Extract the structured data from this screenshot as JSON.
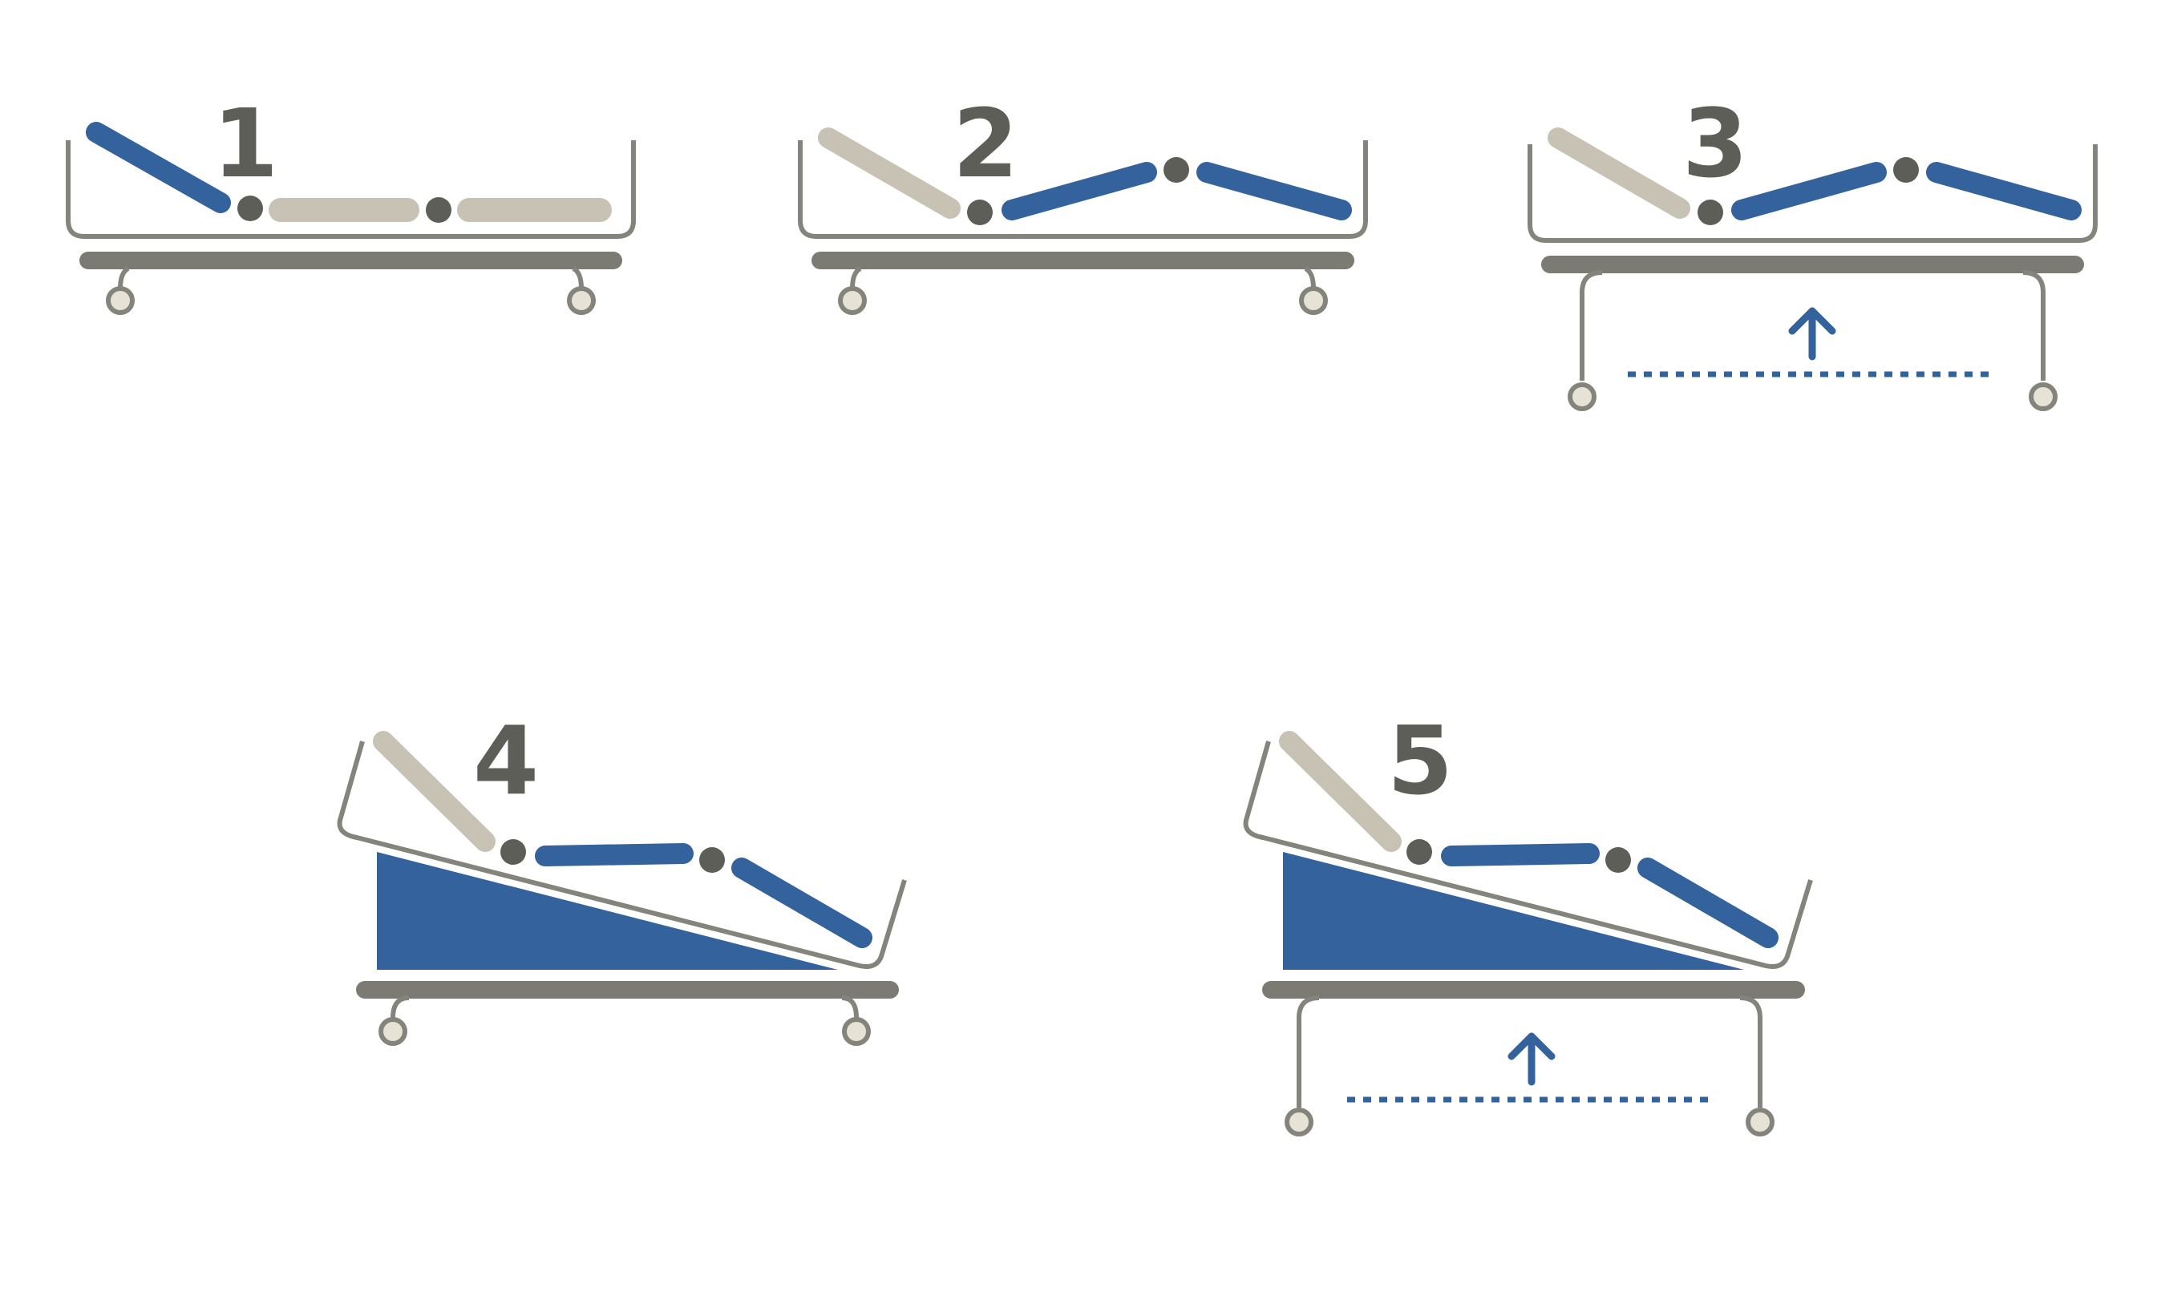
{
  "colors": {
    "frame": "#85847c",
    "frame_dark": "#7c7b73",
    "pivot": "#5e5e58",
    "active": "#33629c",
    "inactive": "#c8c2b4",
    "wheel_fill": "#e6e2d6",
    "number": "#5e5e58"
  },
  "beds": [
    {
      "label": "1",
      "active_segments": [
        "head"
      ],
      "elevated": false,
      "tilted": false,
      "lift_arrow": false
    },
    {
      "label": "2",
      "active_segments": [
        "thigh",
        "leg"
      ],
      "elevated": false,
      "tilted": false,
      "lift_arrow": false
    },
    {
      "label": "3",
      "active_segments": [
        "thigh",
        "leg"
      ],
      "elevated": true,
      "tilted": false,
      "lift_arrow": true
    },
    {
      "label": "4",
      "active_segments": [
        "seat",
        "leg",
        "tilt"
      ],
      "elevated": false,
      "tilted": true,
      "lift_arrow": false
    },
    {
      "label": "5",
      "active_segments": [
        "seat",
        "leg",
        "tilt"
      ],
      "elevated": true,
      "tilted": true,
      "lift_arrow": true
    }
  ],
  "icons": {
    "lift_arrow": "up-arrow-icon",
    "wheel": "caster-wheel-icon"
  }
}
